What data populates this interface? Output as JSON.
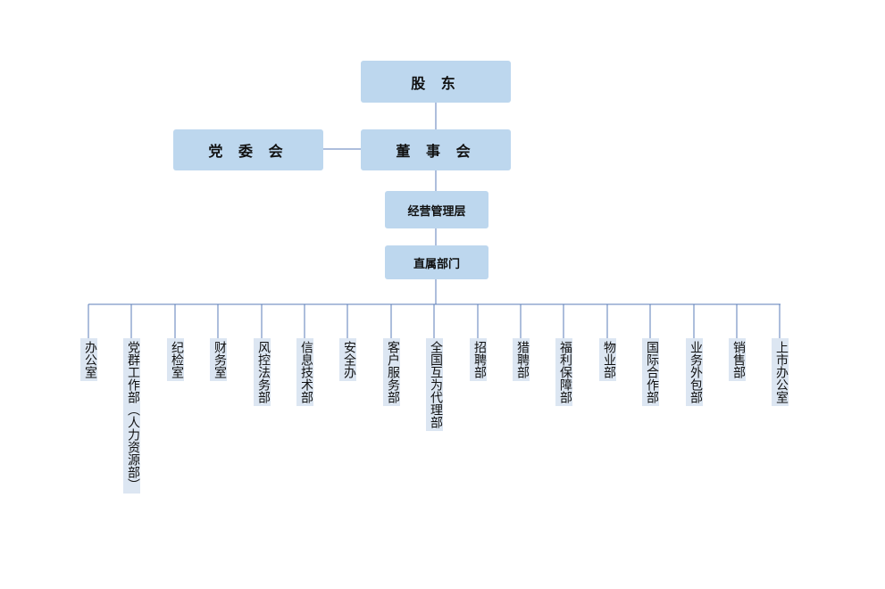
{
  "org": {
    "shareholders": "股 东",
    "party_committee": "党 委 会",
    "board": "董 事 会",
    "management": "经营管理层",
    "direct_departments": "直属部门"
  },
  "departments": [
    "办公室",
    "党群工作部（人力资源部）",
    "纪检室",
    "财务室",
    "风控法务部",
    "信息技术部",
    "安全办",
    "客户服务部",
    "全国互为代理部",
    "招聘部",
    "猎聘部",
    "福利保障部",
    "物业部",
    "国际合作部",
    "业务外包部",
    "销售部",
    "上市办公室"
  ],
  "colors": {
    "box_fill": "#bdd7ee",
    "dept_fill": "#dce6f2",
    "line": "#5b7db8"
  }
}
